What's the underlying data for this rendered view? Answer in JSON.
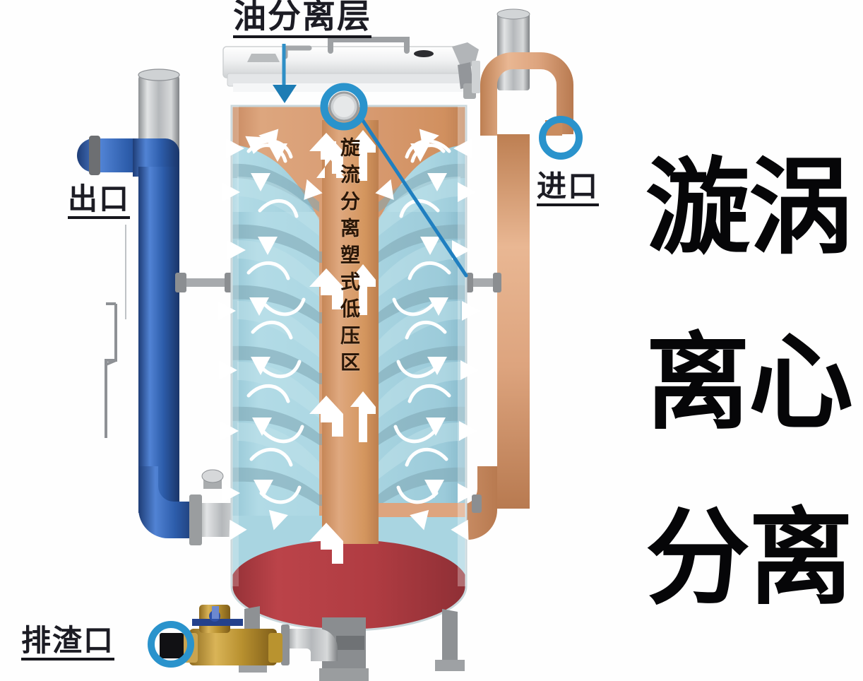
{
  "diagram": {
    "title_block": {
      "lines": [
        "漩涡",
        "离心",
        "分离"
      ]
    },
    "callouts": {
      "oil_layer": "油分离层",
      "outlet": "出口",
      "inlet": "进口",
      "slag_port": "排渣口"
    },
    "riser_label": "旋流分离塑式低压区",
    "colors": {
      "water_blue": "#a9d5e1",
      "water_band": "#92b7c2",
      "oil_orange": "#d89b72",
      "sediment_red": "#b03c42",
      "outlet_pipe_blue": "#2f5fa8",
      "inlet_pipe_orange": "#dda47e",
      "steel_gray": "#b9bcbe",
      "annotation_blue": "#1f8ecb",
      "brass": "#c09а3f",
      "shell_white": "#f2f2f3",
      "text_black": "#0a0a0c"
    },
    "markers": {
      "gauge_marker": "blue-ring-marker-gauge",
      "inlet_marker": "blue-ring-marker-inlet",
      "slag_marker": "blue-ring-marker-slag"
    },
    "icons": {
      "oil_layer_pointer": "down-arrow-icon",
      "riser_flow": "up-arrow-icon",
      "swirl_flow": "curved-arrow-icon",
      "leader_line": "leader-line-icon"
    }
  }
}
